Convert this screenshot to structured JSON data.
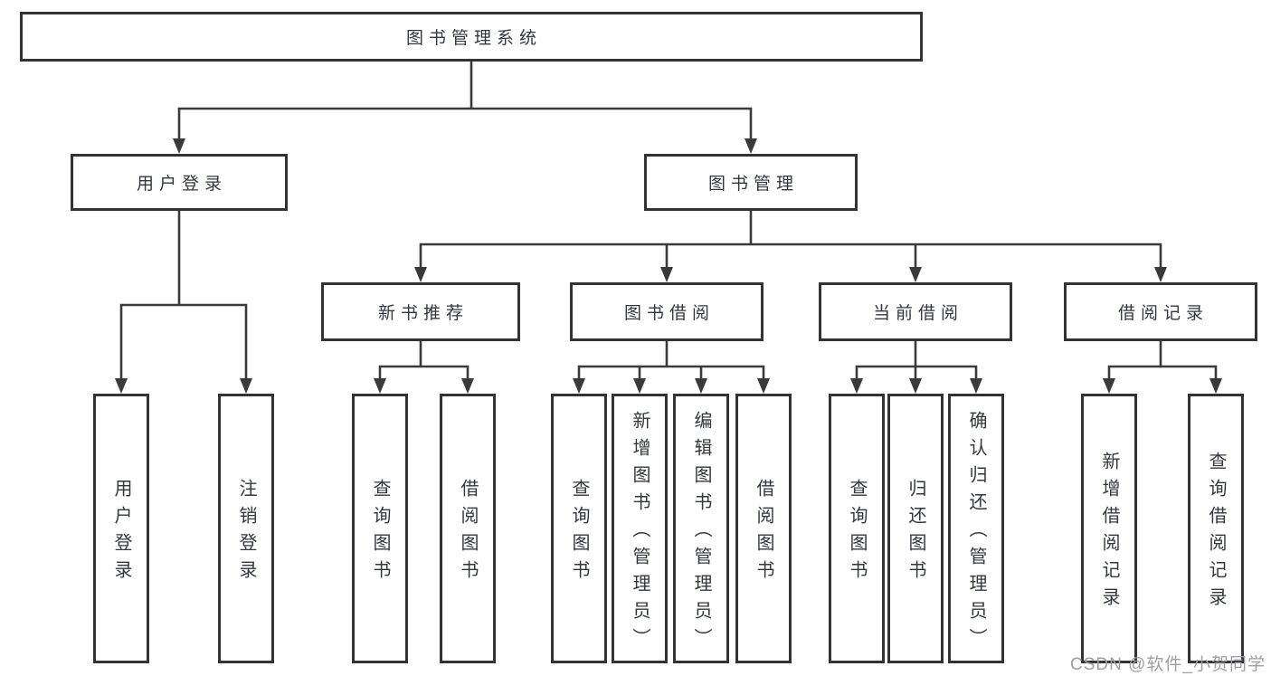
{
  "diagram": {
    "root": {
      "label": "图书管理系统"
    },
    "branches": [
      {
        "label": "用户登录",
        "children": [
          {
            "label": "用户登录"
          },
          {
            "label": "注销登录"
          }
        ]
      },
      {
        "label": "图书管理",
        "children": [
          {
            "label": "新书推荐",
            "children": [
              {
                "label": "查询图书"
              },
              {
                "label": "借阅图书"
              }
            ]
          },
          {
            "label": "图书借阅",
            "children": [
              {
                "label": "查询图书"
              },
              {
                "label": "新增图书（管理员）"
              },
              {
                "label": "编辑图书（管理员）"
              },
              {
                "label": "借阅图书"
              }
            ]
          },
          {
            "label": "当前借阅",
            "children": [
              {
                "label": "查询图书"
              },
              {
                "label": "归还图书"
              },
              {
                "label": "确认归还（管理员）"
              }
            ]
          },
          {
            "label": "借阅记录",
            "children": [
              {
                "label": "新增借阅记录"
              },
              {
                "label": "查询借阅记录"
              }
            ]
          }
        ]
      }
    ],
    "watermark": "CSDN @软件_小贺同学",
    "colors": {
      "line": "#3a3a3a",
      "box_border": "#333333",
      "box_fill": "#ffffff",
      "text": "#33373d",
      "watermark": "#9e9ea6"
    }
  }
}
